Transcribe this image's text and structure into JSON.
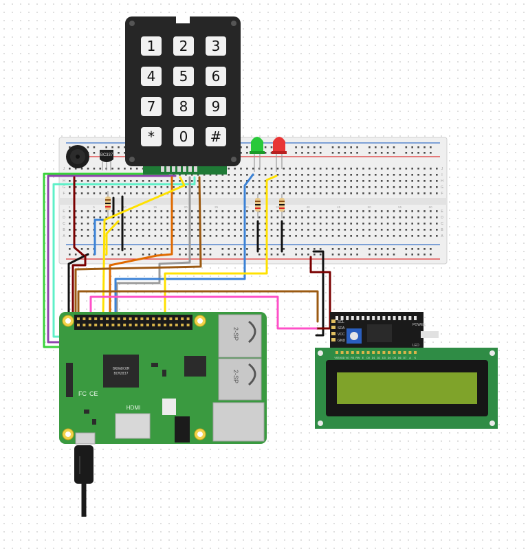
{
  "keypad": {
    "keys": [
      [
        "1",
        "2",
        "3"
      ],
      [
        "4",
        "5",
        "6"
      ],
      [
        "7",
        "8",
        "9"
      ],
      [
        "*",
        "0",
        "#"
      ]
    ]
  },
  "breadboard": {
    "row_letters_top": [
      "J",
      "I",
      "H",
      "G",
      "F"
    ],
    "row_letters_bottom": [
      "E",
      "D",
      "C",
      "B",
      "A"
    ],
    "column_numbers": [
      "1",
      "5",
      "10",
      "15",
      "20",
      "25",
      "30",
      "35",
      "40",
      "45",
      "50",
      "55",
      "60"
    ]
  },
  "transistor": {
    "label": "BC337"
  },
  "leds": [
    {
      "color_name": "green",
      "color": "#29c93a"
    },
    {
      "color_name": "red",
      "color": "#e83535"
    }
  ],
  "raspberry_pi": {
    "soc_label_1": "BROADCOM",
    "soc_label_2": "BCM2837",
    "hdmi_label": "HDMI",
    "usb_label_1": "2-SP",
    "usb_label_2": "2-SP",
    "ce_mark": "CE",
    "fcc_mark": "FC"
  },
  "i2c_backpack": {
    "pins": [
      "SCL",
      "SDA",
      "VCC",
      "GND"
    ],
    "power_label": "POWER",
    "jumper_label": "LED"
  },
  "lcd": {
    "pin_labels": [
      "VSS",
      "VDD",
      "VO",
      "RS",
      "RW",
      "E",
      "D0",
      "D1",
      "D2",
      "D3",
      "D4",
      "D5",
      "D6",
      "D7",
      "A",
      "K"
    ]
  },
  "colors": {
    "pcb_green": "#3a9a40",
    "breadboard_body": "#eeeeee",
    "rail_red": "#d33",
    "rail_blue": "#3870c8",
    "lcd_screen": "#7fa32a",
    "lcd_board": "#2f8c45",
    "keypad_body": "#262626",
    "wire_black": "#111111",
    "wire_darkred": "#7a0000",
    "wire_orange": "#e06a00",
    "wire_yellow": "#ffe100",
    "wire_blue": "#3b82d6",
    "wire_brown": "#9b5a12",
    "wire_gray": "#9a9a9a",
    "wire_pink": "#ff50c8",
    "wire_cyan": "#5ff0c8",
    "wire_purple": "#8e44ad",
    "wire_green": "#39d23a"
  }
}
